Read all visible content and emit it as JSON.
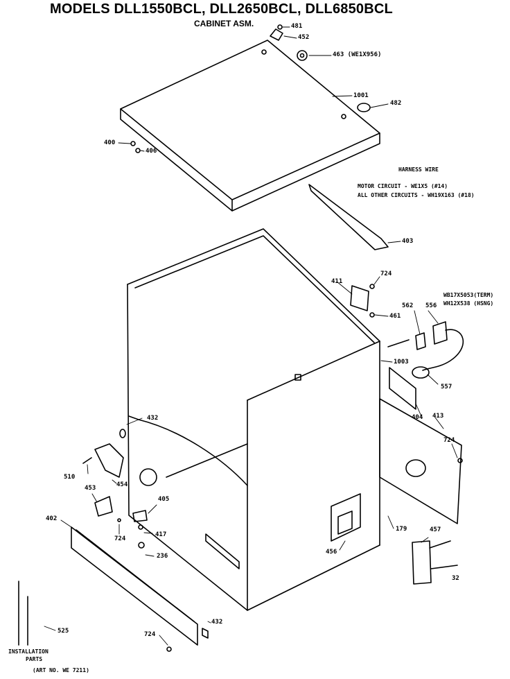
{
  "header": {
    "title": "MODELS DLL1550BCL, DLL2650BCL, DLL6850BCL",
    "subtitle": "CABINET ASM."
  },
  "harness": {
    "heading": "HARNESS WIRE",
    "motor": "MOTOR CIRCUIT - WE1X5 (#14)",
    "other": "ALL OTHER CIRCUITS - WH19X163 (#18)"
  },
  "parts": {
    "p481": "481",
    "p452": "452",
    "p463": "463 (WE1X956)",
    "p1001": "1001",
    "p482": "482",
    "p400": "400",
    "p406": "406",
    "p403": "403",
    "p724a": "724",
    "p411": "411",
    "p461": "461",
    "p562": "562",
    "p556": "556",
    "p_term": "WB17X5053(TERM)",
    "p_hsng": "WH12X538 (HSNG)",
    "p1003": "1003",
    "p557": "557",
    "p404": "404",
    "p413": "413",
    "p724b": "724",
    "p432a": "432",
    "p510": "510",
    "p454": "454",
    "p453": "453",
    "p405": "405",
    "p724c": "724",
    "p417": "417",
    "p236": "236",
    "p402": "402",
    "p179": "179",
    "p457": "457",
    "p456": "456",
    "p32": "32",
    "p525": "525",
    "p724d": "724",
    "p432b": "432"
  },
  "footer": {
    "install1": "INSTALLATION",
    "install2": "PARTS",
    "art": "(ART NO. WE 7211)"
  }
}
